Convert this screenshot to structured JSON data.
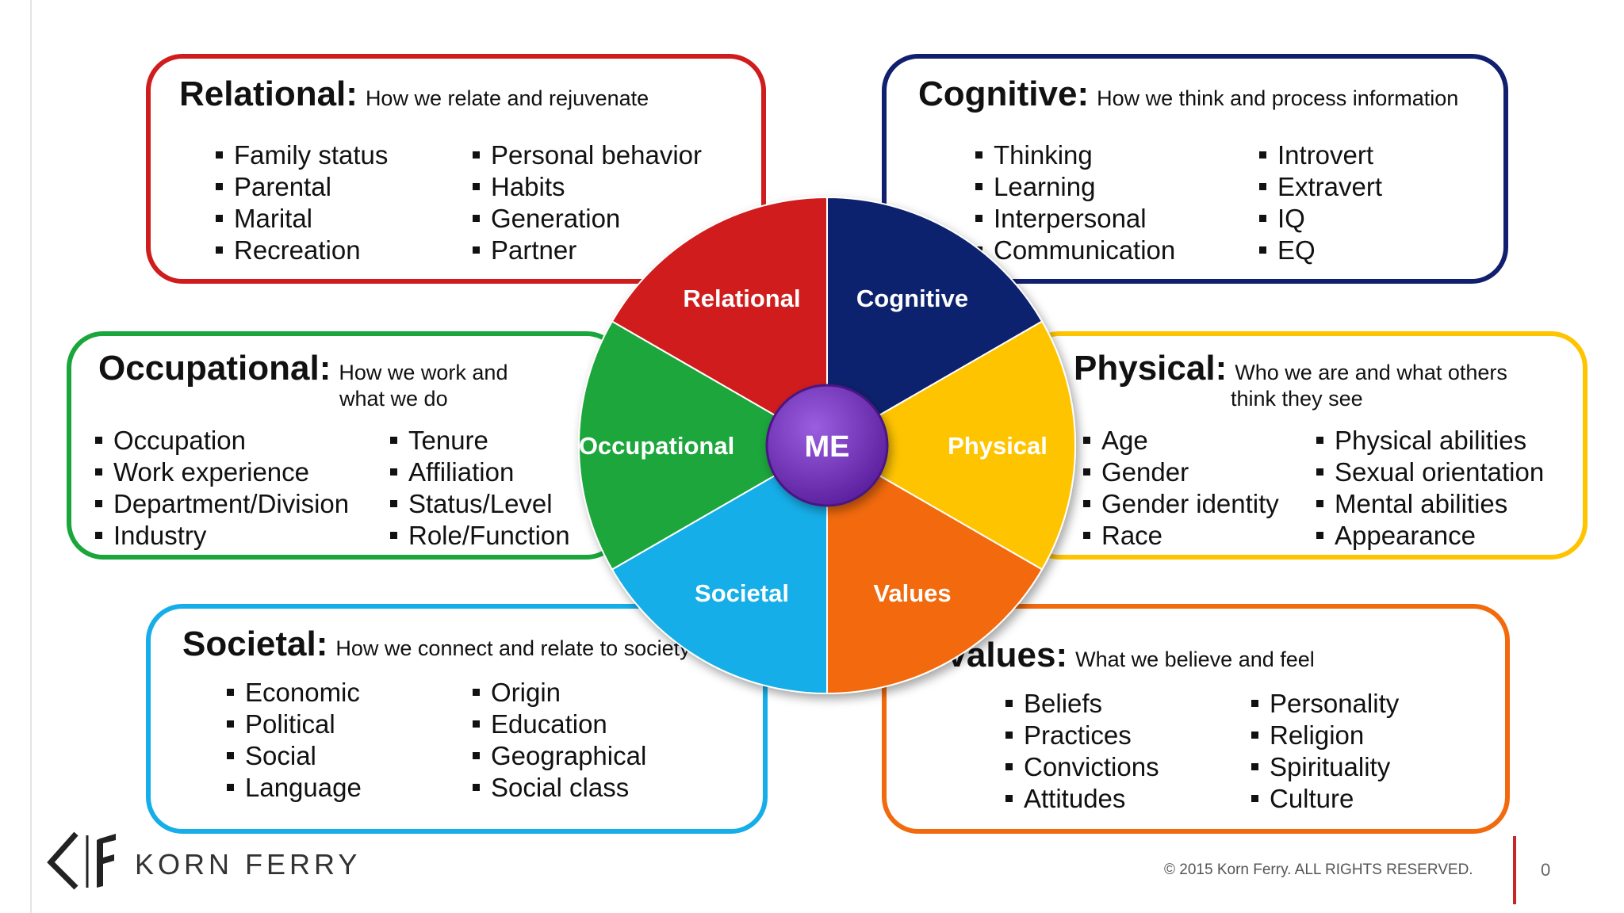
{
  "colors": {
    "relational": "#d01c1c",
    "cognitive": "#10206e",
    "physical": "#ffc400",
    "values": "#f26a0e",
    "societal": "#16aee8",
    "occupational": "#1aa63a",
    "center": "#6a2ab0"
  },
  "wheel": {
    "center_label": "ME",
    "segments": [
      {
        "key": "relational",
        "label": "Relational"
      },
      {
        "key": "cognitive",
        "label": "Cognitive"
      },
      {
        "key": "physical",
        "label": "Physical"
      },
      {
        "key": "values",
        "label": "Values"
      },
      {
        "key": "societal",
        "label": "Societal"
      },
      {
        "key": "occupational",
        "label": "Occupational"
      }
    ]
  },
  "boxes": {
    "relational": {
      "title": "Relational",
      "subtitle": "How we relate and rejuvenate",
      "col1": [
        "Family status",
        "Parental",
        "Marital",
        "Recreation"
      ],
      "col2": [
        "Personal behavior",
        "Habits",
        "Generation",
        "Partner"
      ]
    },
    "cognitive": {
      "title": "Cognitive",
      "subtitle": "How we think and process information",
      "col1": [
        "Thinking",
        "Learning",
        "Interpersonal",
        "Communication"
      ],
      "col2": [
        "Introvert",
        "Extravert",
        "IQ",
        "EQ"
      ]
    },
    "occupational": {
      "title": "Occupational",
      "subtitle_line1": "How we work and",
      "subtitle_line2": "what we do",
      "col1": [
        "Occupation",
        "Work experience",
        "Department/Division",
        "Industry"
      ],
      "col2": [
        "Tenure",
        "Affiliation",
        "Status/Level",
        "Role/Function"
      ]
    },
    "physical": {
      "title": "Physical",
      "subtitle_line1": "Who we are and what others",
      "subtitle_line2": "think they see",
      "col1": [
        "Age",
        "Gender",
        "Gender identity",
        "Race"
      ],
      "col2": [
        "Physical abilities",
        "Sexual orientation",
        "Mental abilities",
        "Appearance"
      ]
    },
    "societal": {
      "title": "Societal",
      "subtitle": "How we connect and relate to society",
      "col1": [
        "Economic",
        "Political",
        "Social",
        "Language"
      ],
      "col2": [
        "Origin",
        "Education",
        "Geographical",
        "Social class"
      ]
    },
    "values": {
      "title": "Values",
      "subtitle": "What we believe and feel",
      "col1": [
        "Beliefs",
        "Practices",
        "Convictions",
        "Attitudes"
      ],
      "col2": [
        "Personality",
        "Religion",
        "Spirituality",
        "Culture"
      ]
    }
  },
  "footer": {
    "brand": "KORN FERRY",
    "copyright": "© 2015 Korn Ferry. ALL RIGHTS RESERVED.",
    "page_number": "0"
  }
}
